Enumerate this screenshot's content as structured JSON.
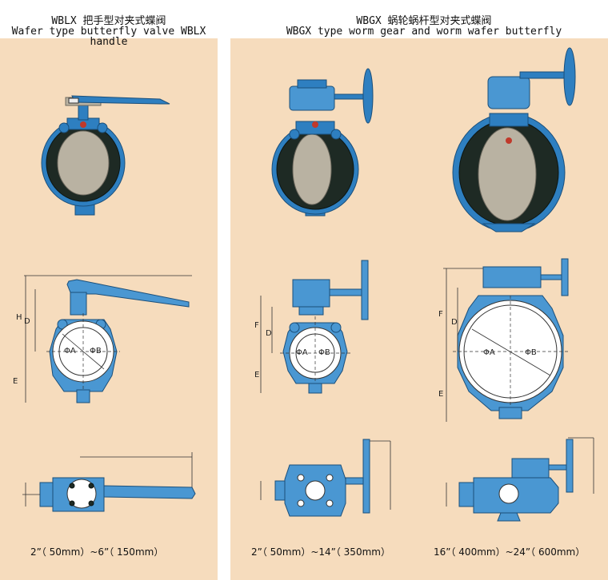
{
  "left": {
    "title_cn": "WBLX 把手型对夹式蝶阀",
    "title_en1": "Wafer type butterfly valve WBLX",
    "title_en2": "handle",
    "caption": "2”（ 50mm）~6”（ 150mm）"
  },
  "right": {
    "title_cn": "WBGX 蜗轮蜗杆型对夹式蝶阀",
    "title_en": "WBGX type worm gear and worm wafer butterfly",
    "caption_mid": "2”（ 50mm）~14”（ 350mm）",
    "caption_right": "16”（ 400mm）~24”（ 600mm）"
  },
  "dims": {
    "d": "D",
    "e": "E",
    "f": "F",
    "phi_a": "ΦA",
    "phi_b": "ΦB",
    "h": "H"
  },
  "colors": {
    "panel": "#f6dcbd",
    "valve_blue": "#2e7fc0",
    "seat_dark": "#1e2a24",
    "disc_steel": "#b9b2a2"
  }
}
